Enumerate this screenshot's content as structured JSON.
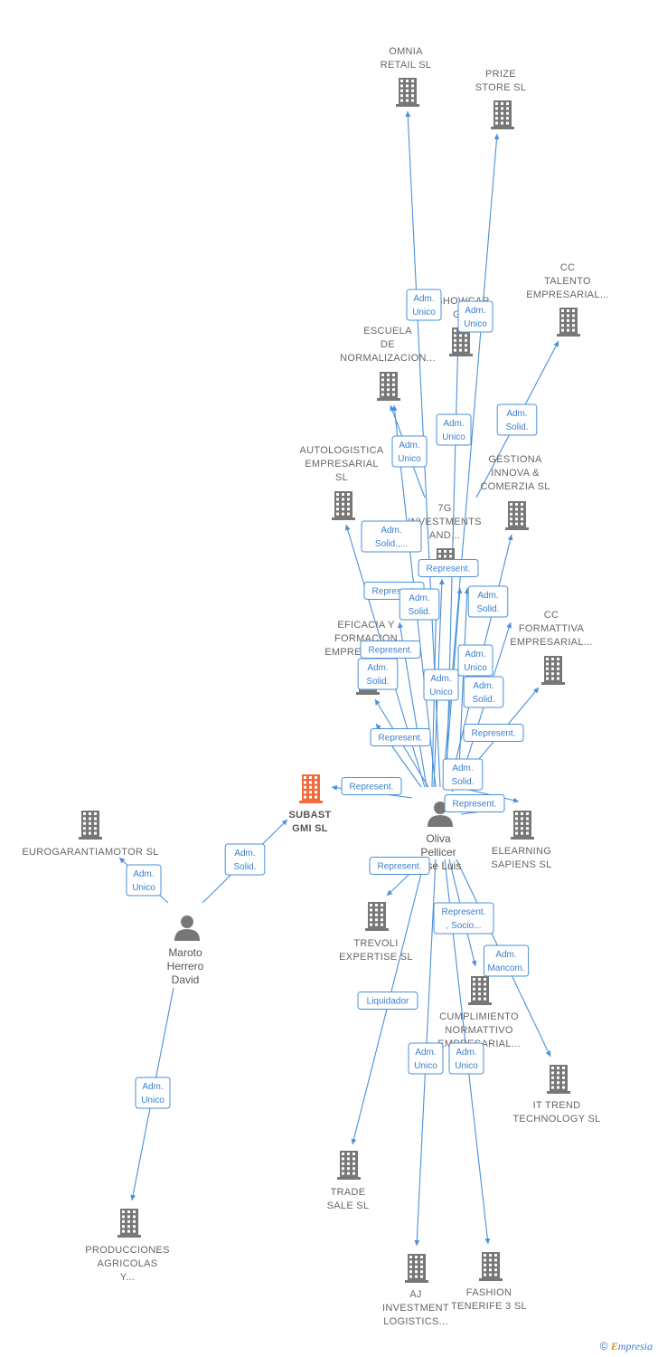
{
  "nodes": [
    {
      "id": "omnia",
      "type": "company",
      "lines": [
        "OMNIA",
        "RETAIL  SL"
      ]
    },
    {
      "id": "prize",
      "type": "company",
      "lines": [
        "PRIZE",
        "STORE  SL"
      ]
    },
    {
      "id": "cc_talento",
      "type": "company",
      "lines": [
        "CC",
        "TALENTO",
        "EMPRESARIAL..."
      ]
    },
    {
      "id": "showcar",
      "type": "company",
      "lines": [
        "SHOWCAR",
        "GMI"
      ]
    },
    {
      "id": "escuela",
      "type": "company",
      "lines": [
        "ESCUELA",
        "DE",
        "NORMALIZACION..."
      ]
    },
    {
      "id": "autologistica",
      "type": "company",
      "lines": [
        "AUTOLOGISTICA",
        "EMPRESARIAL",
        "SL"
      ]
    },
    {
      "id": "gestiona",
      "type": "company",
      "lines": [
        "GESTIONA",
        "INNOVA &",
        "COMERZIA  SL"
      ]
    },
    {
      "id": "7g",
      "type": "company",
      "lines": [
        "7G",
        "INVESTMENTS",
        "AND..."
      ]
    },
    {
      "id": "eficacia",
      "type": "company",
      "lines": [
        "EFICACIA Y",
        "FORMACION",
        "EMPRESARIAL..."
      ]
    },
    {
      "id": "cc_formattiva",
      "type": "company",
      "lines": [
        "CC",
        "FORMATTIVA",
        "EMPRESARIAL..."
      ]
    },
    {
      "id": "subast",
      "type": "company",
      "highlight": true,
      "lines": [
        "SUBAST",
        "GMI  SL"
      ]
    },
    {
      "id": "eurogarantia",
      "type": "company",
      "lines": [
        "EUROGARANTIAMOTOR SL"
      ]
    },
    {
      "id": "oliva",
      "type": "person",
      "lines": [
        "Oliva",
        "Pellicer",
        "Jose Luis"
      ]
    },
    {
      "id": "elearning",
      "type": "company",
      "lines": [
        "ELEARNING",
        "SAPIENS  SL"
      ]
    },
    {
      "id": "maroto",
      "type": "person",
      "lines": [
        "Maroto",
        "Herrero",
        "David"
      ]
    },
    {
      "id": "trevoli",
      "type": "company",
      "lines": [
        "TREVOLI",
        "EXPERTISE  SL"
      ]
    },
    {
      "id": "cumplimiento",
      "type": "company",
      "lines": [
        "CUMPLIMIENTO",
        "NORMATTIVO",
        "EMPRESARIAL..."
      ]
    },
    {
      "id": "ittrend",
      "type": "company",
      "lines": [
        "IT TREND",
        "TECHNOLOGY SL"
      ]
    },
    {
      "id": "trade",
      "type": "company",
      "lines": [
        "TRADE",
        "SALE  SL"
      ]
    },
    {
      "id": "productiones",
      "type": "company",
      "lines": [
        "PRODUCCIONES",
        "AGRICOLAS",
        "Y..."
      ]
    },
    {
      "id": "aj",
      "type": "company",
      "lines": [
        "AJ",
        "INVESTMENT",
        "LOGISTICS..."
      ]
    },
    {
      "id": "fashion",
      "type": "company",
      "lines": [
        "FASHION",
        "TENERIFE 3 SL"
      ]
    }
  ],
  "edges": [
    {
      "from": "oliva",
      "to": "omnia",
      "lines": [
        "Adm.",
        "Unico"
      ]
    },
    {
      "from": "oliva",
      "to": "prize",
      "lines": [
        "Adm.",
        "Unico"
      ]
    },
    {
      "from": "oliva",
      "to": "cc_talento",
      "lines": [
        "Adm.",
        "Solid."
      ]
    },
    {
      "from": "oliva",
      "to": "showcar",
      "lines": [
        "Adm.",
        "Unico"
      ]
    },
    {
      "from": "oliva",
      "to": "escuela",
      "lines": [
        "Adm.",
        "Unico"
      ]
    },
    {
      "from": "oliva",
      "to": "escuela",
      "lines": [
        "Adm.",
        "Solid.,..."
      ]
    },
    {
      "from": "oliva",
      "to": "autologistica",
      "lines": [
        "Represent."
      ]
    },
    {
      "from": "oliva",
      "to": "gestiona",
      "lines": [
        "Adm.",
        "Solid."
      ]
    },
    {
      "from": "oliva",
      "to": "7g",
      "lines": [
        "Represent."
      ]
    },
    {
      "from": "oliva",
      "to": "eficacia",
      "lines": [
        "Adm.",
        "Solid."
      ]
    },
    {
      "from": "oliva",
      "to": "eficacia",
      "lines": [
        "Represent."
      ]
    },
    {
      "from": "oliva",
      "to": "eficacia",
      "lines": [
        "Adm.",
        "Solid."
      ]
    },
    {
      "from": "oliva",
      "to": "eficacia",
      "lines": [
        "Represent."
      ]
    },
    {
      "from": "oliva",
      "to": "cc_formattiva",
      "lines": [
        "Represent."
      ]
    },
    {
      "from": "oliva",
      "to": "subast",
      "lines": [
        "Represent."
      ]
    },
    {
      "from": "oliva",
      "to": "showcar",
      "lines": [
        "Adm.",
        "Unico"
      ]
    },
    {
      "from": "oliva",
      "to": "gestiona",
      "lines": [
        "Adm.",
        "Unico"
      ]
    },
    {
      "from": "oliva",
      "to": "cc_formattiva",
      "lines": [
        "Adm.",
        "Solid."
      ]
    },
    {
      "from": "oliva",
      "to": "elearning",
      "lines": [
        "Adm.",
        "Solid."
      ]
    },
    {
      "from": "oliva",
      "to": "elearning",
      "lines": [
        "Represent."
      ]
    },
    {
      "from": "oliva",
      "to": "trevoli",
      "lines": [
        "Represent."
      ]
    },
    {
      "from": "oliva",
      "to": "cumplimiento",
      "lines": [
        "Represent.",
        ", Socio..."
      ]
    },
    {
      "from": "oliva",
      "to": "ittrend",
      "lines": [
        "Adm.",
        "Mancom."
      ]
    },
    {
      "from": "oliva",
      "to": "trade",
      "lines": [
        "Liquidador"
      ]
    },
    {
      "from": "oliva",
      "to": "aj",
      "lines": [
        "Adm.",
        "Unico"
      ]
    },
    {
      "from": "oliva",
      "to": "fashion",
      "lines": [
        "Adm.",
        "Unico"
      ]
    },
    {
      "from": "maroto",
      "to": "subast",
      "lines": [
        "Adm.",
        "Solid."
      ]
    },
    {
      "from": "maroto",
      "to": "eurogarantia",
      "lines": [
        "Adm.",
        "Unico"
      ]
    },
    {
      "from": "maroto",
      "to": "productiones",
      "lines": [
        "Adm.",
        "Unico"
      ]
    }
  ],
  "colors": {
    "edge": "#4a90d9",
    "company": "#777777",
    "highlight": "#f26b3a",
    "person": "#777777"
  },
  "footer": {
    "copyright": "©",
    "brand_e": "E",
    "brand_rest": "mpresia"
  }
}
